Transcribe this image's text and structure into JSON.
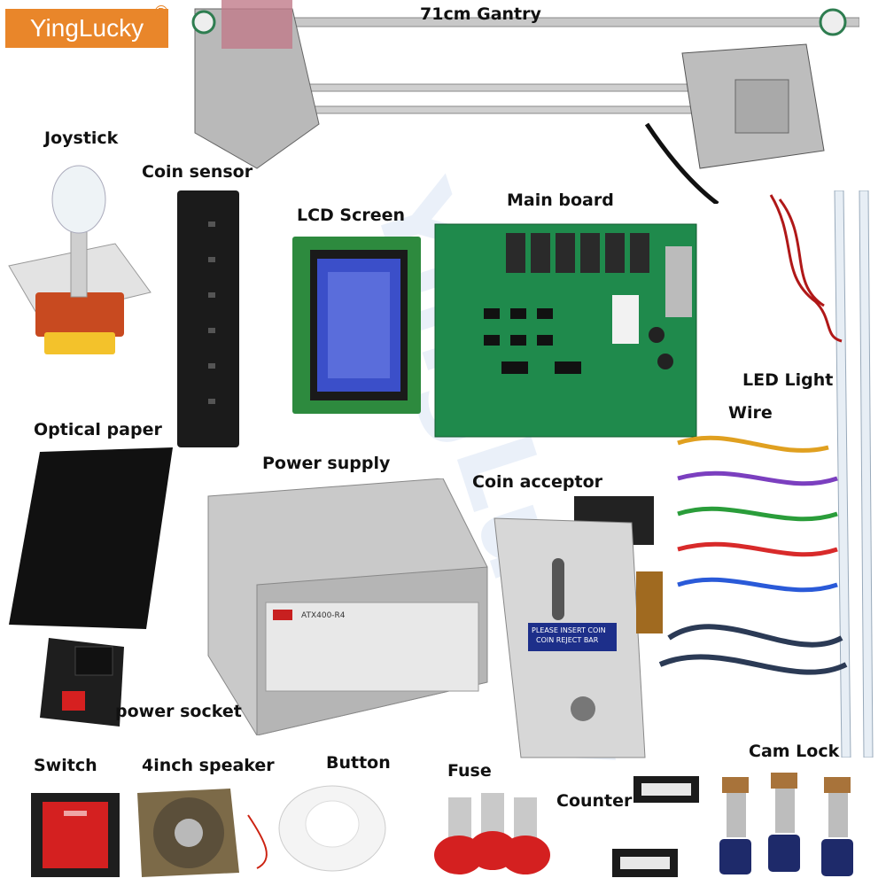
{
  "brand": {
    "name": "YingLucky",
    "registered": "®"
  },
  "watermark": "YingLucky",
  "labels": {
    "gantry": "71cm Gantry",
    "joystick": "Joystick",
    "coin_sensor": "Coin sensor",
    "lcd_screen": "LCD Screen",
    "main_board": "Main board",
    "led_light": "LED Light",
    "wire": "Wire",
    "optical_paper": "Optical paper",
    "power_supply": "Power supply",
    "coin_acceptor": "Coin acceptor",
    "power_socket": "power socket",
    "switch": "Switch",
    "speaker": "4inch speaker",
    "button": "Button",
    "fuse": "Fuse",
    "counter": "Counter",
    "cam_lock": "Cam Lock"
  },
  "printed": {
    "psu_model": "ATX400-R4",
    "coin_sticker_1": "PLEASE INSERT COIN",
    "coin_sticker_2": "COIN REJECT BAR"
  },
  "colors": {
    "brand": "#e9862a",
    "board": "#1f8a4c",
    "lcd": "#3b4fc9",
    "button": "#d42020",
    "key": "#1e2a6a",
    "brass": "#a8733a"
  }
}
